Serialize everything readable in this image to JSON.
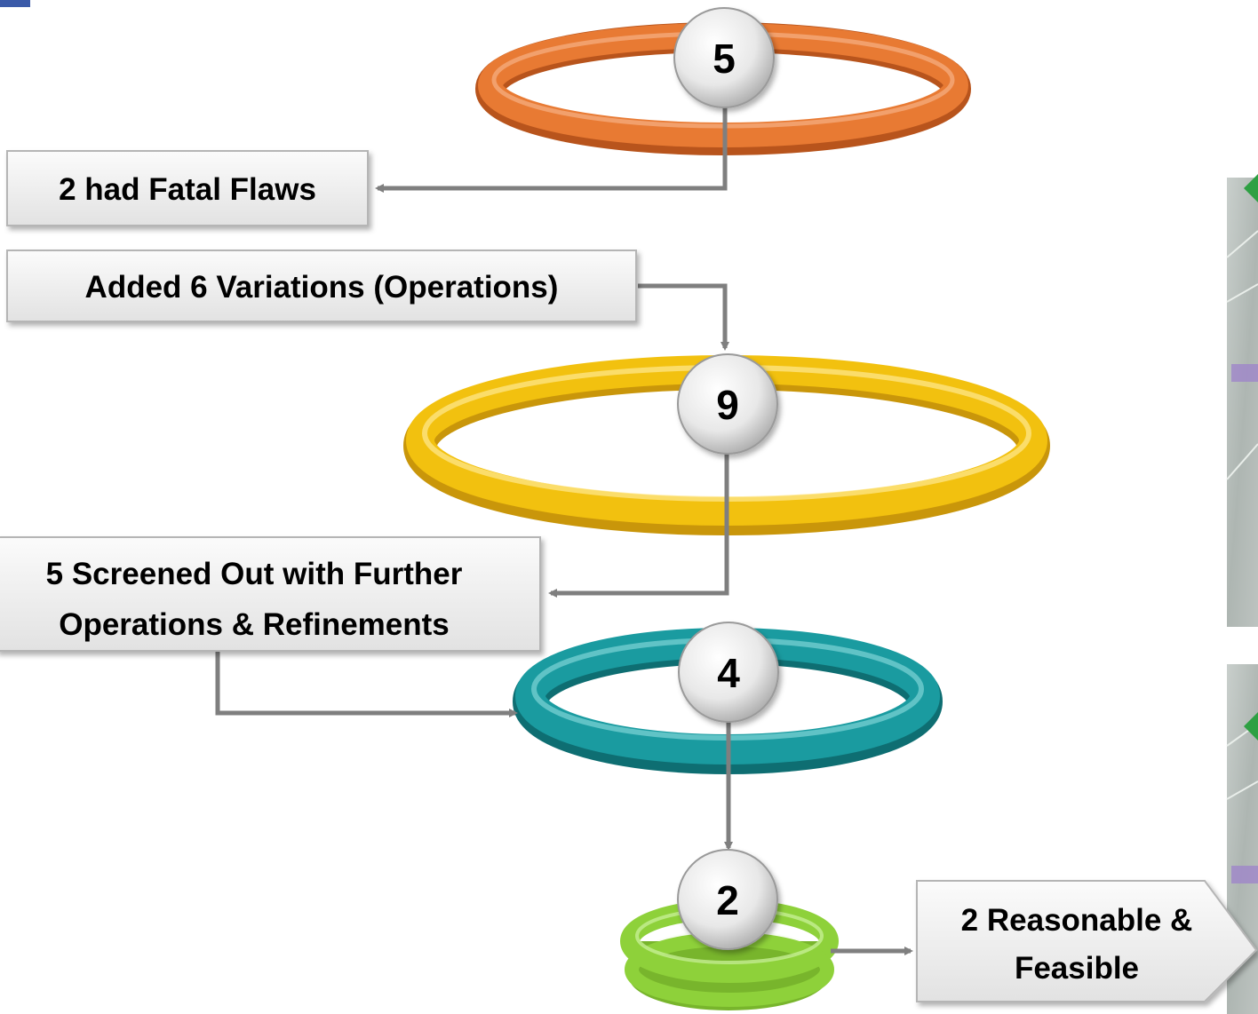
{
  "colors": {
    "ring_orange": "#E87A33",
    "ring_yellow": "#F2C10F",
    "ring_teal": "#1A9BA0",
    "ring_green": "#8ED13A",
    "box_fill": "#F0F0F0",
    "connector": "#7F7F7F",
    "badge_fill": "#E6E6E6"
  },
  "stages": {
    "stage_1": {
      "count": "5"
    },
    "stage_2": {
      "count": "9"
    },
    "stage_3": {
      "count": "4"
    },
    "stage_4": {
      "count": "2"
    }
  },
  "boxes": {
    "fatal_flaws": "2 had Fatal Flaws",
    "added_variations": "Added 6 Variations (Operations)",
    "screened_out": {
      "line_1": "5 Screened Out with Further",
      "line_2": "Operations  & Refinements"
    },
    "reasonable": {
      "line_1": "2 Reasonable &",
      "line_2": "Feasible"
    }
  }
}
